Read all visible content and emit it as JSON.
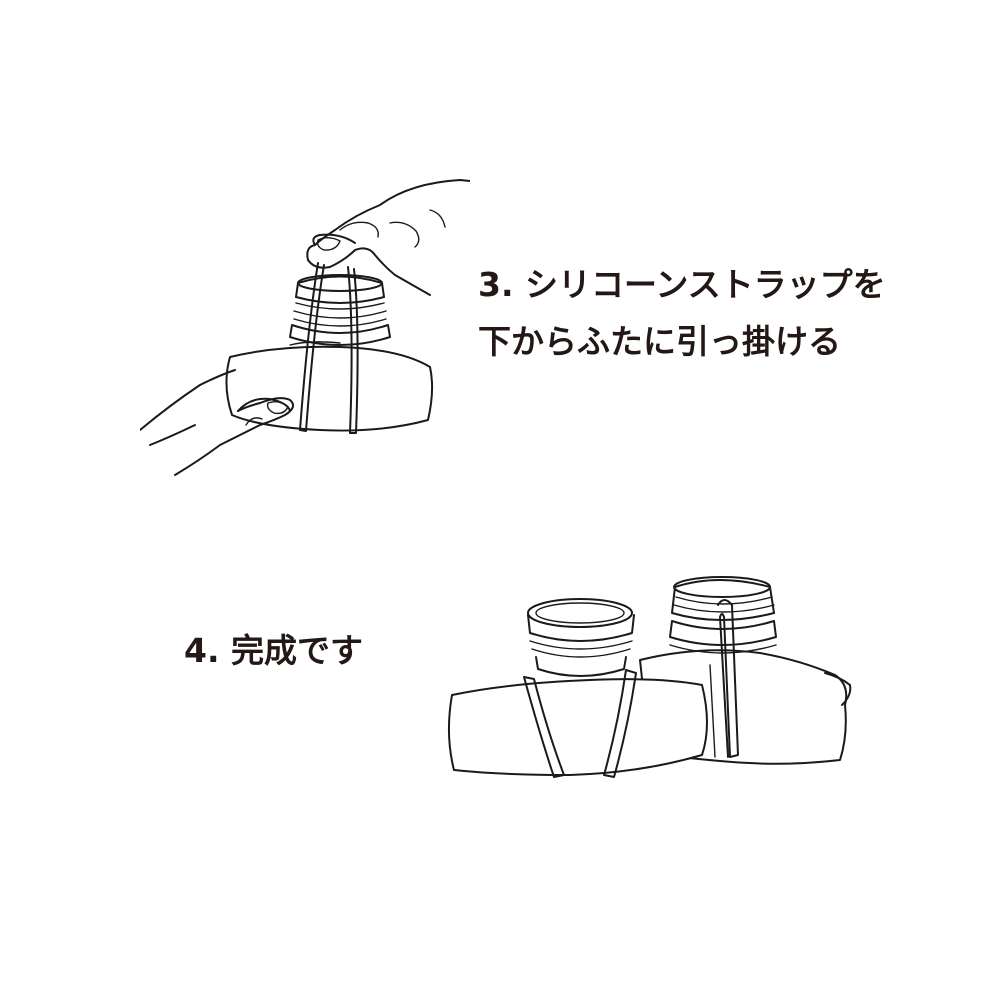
{
  "steps": [
    {
      "lines": [
        "3. シリコーンストラップを",
        "下からふたに引っ掛ける"
      ]
    },
    {
      "lines": [
        "4. 完成です"
      ]
    }
  ],
  "colors": {
    "text": "#231815",
    "line_art": "#1a1a1a",
    "background": "#ffffff"
  }
}
